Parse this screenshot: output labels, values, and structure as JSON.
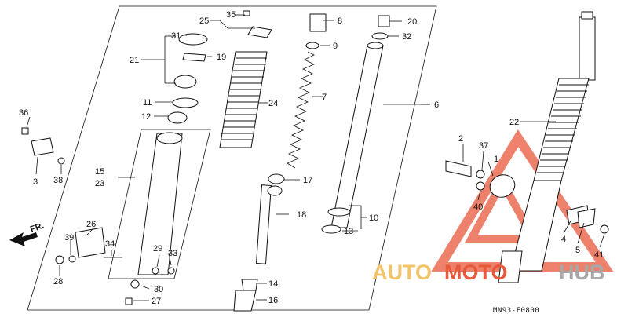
{
  "diagram": {
    "code": "MN93-F0800",
    "direction_arrow": "FR.",
    "labels": [
      "1",
      "2",
      "3",
      "4",
      "5",
      "6",
      "7",
      "8",
      "9",
      "10",
      "11",
      "12",
      "13",
      "14",
      "15",
      "16",
      "17",
      "18",
      "19",
      "20",
      "21",
      "22",
      "23",
      "24",
      "25",
      "26",
      "27",
      "28",
      "29",
      "30",
      "31",
      "32",
      "33",
      "34",
      "35",
      "36",
      "37",
      "38",
      "39",
      "40",
      "41"
    ]
  },
  "watermark": {
    "part1": "AUTO",
    "part2": "MOTO",
    "part3": "HUB",
    "colors": {
      "gold": "#f2c46a",
      "red": "#e8583a",
      "grey": "#a8a8a8"
    }
  }
}
